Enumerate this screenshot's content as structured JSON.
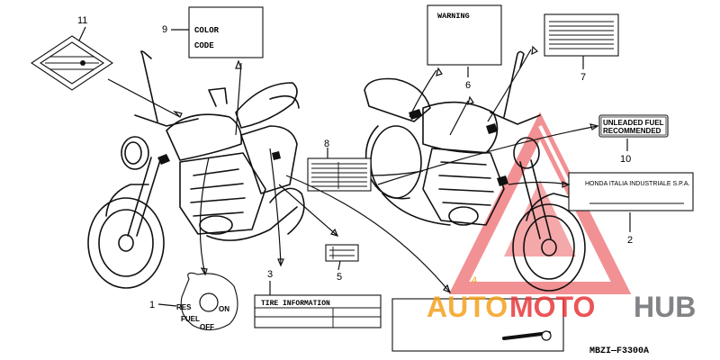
{
  "callouts": {
    "n1": "1",
    "n2": "2",
    "n3": "3",
    "n4": "4",
    "n5": "5",
    "n6": "6",
    "n7": "7",
    "n8": "8",
    "n9": "9",
    "n10": "10",
    "n11": "11"
  },
  "labels": {
    "color_code_line1": "COLOR",
    "color_code_line2": "CODE",
    "warning": "WARNING",
    "unleaded_line1": "UNLEADED FUEL",
    "unleaded_line2": "RECOMMENDED",
    "manufacturer": "HONDA ITALIA INDUSTRIALE S.P.A.",
    "tire_information": "TIRE INFORMATION",
    "fuel_res": "RES",
    "fuel_on": "ON",
    "fuel_fuel": "FUEL",
    "fuel_off": "OFF"
  },
  "footer": {
    "part_code": "MBZI—F3300A"
  },
  "watermark": {
    "brand_left": "AUTO",
    "brand_mid": "MOTO",
    "brand_right": "HUB"
  },
  "colors": {
    "watermark_red": "#e8383b",
    "watermark_orange": "#f4a21e",
    "watermark_gray": "#6d6e71",
    "ink": "#111111"
  }
}
